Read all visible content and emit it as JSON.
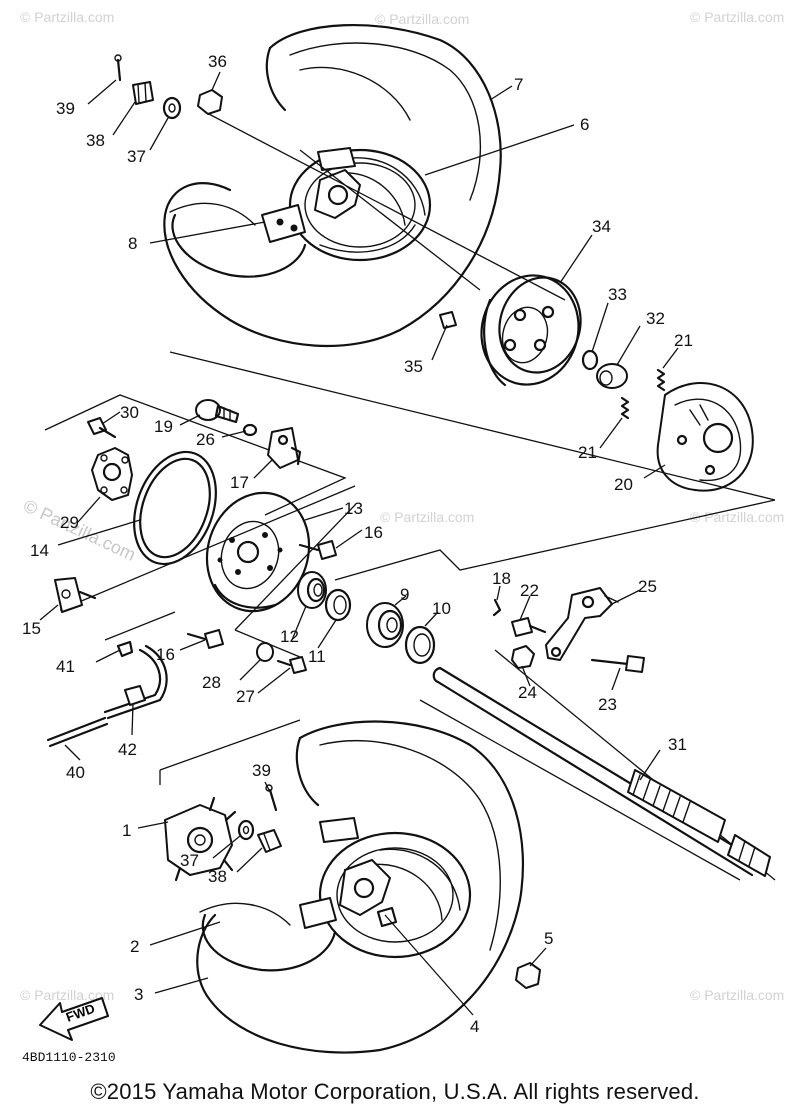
{
  "diagram": {
    "watermark": "© Partzilla.com",
    "drawing_code": "4BD1110-2310",
    "fwd_label": "FWD",
    "copyright": "©2015 Yamaha Motor Corporation, U.S.A. All rights reserved.",
    "callouts": [
      {
        "id": "1",
        "text": "1"
      },
      {
        "id": "2",
        "text": "2"
      },
      {
        "id": "3",
        "text": "3"
      },
      {
        "id": "4",
        "text": "4"
      },
      {
        "id": "5",
        "text": "5"
      },
      {
        "id": "6",
        "text": "6"
      },
      {
        "id": "7",
        "text": "7"
      },
      {
        "id": "8",
        "text": "8"
      },
      {
        "id": "9",
        "text": "9"
      },
      {
        "id": "10",
        "text": "10"
      },
      {
        "id": "11",
        "text": "11"
      },
      {
        "id": "12",
        "text": "12"
      },
      {
        "id": "13",
        "text": "13"
      },
      {
        "id": "14",
        "text": "14"
      },
      {
        "id": "15",
        "text": "15"
      },
      {
        "id": "16a",
        "text": "16"
      },
      {
        "id": "16b",
        "text": "16"
      },
      {
        "id": "17",
        "text": "17"
      },
      {
        "id": "18",
        "text": "18"
      },
      {
        "id": "19",
        "text": "19"
      },
      {
        "id": "20",
        "text": "20"
      },
      {
        "id": "21a",
        "text": "21"
      },
      {
        "id": "21b",
        "text": "21"
      },
      {
        "id": "22",
        "text": "22"
      },
      {
        "id": "23",
        "text": "23"
      },
      {
        "id": "24",
        "text": "24"
      },
      {
        "id": "25",
        "text": "25"
      },
      {
        "id": "26",
        "text": "26"
      },
      {
        "id": "27",
        "text": "27"
      },
      {
        "id": "28",
        "text": "28"
      },
      {
        "id": "29",
        "text": "29"
      },
      {
        "id": "30",
        "text": "30"
      },
      {
        "id": "31",
        "text": "31"
      },
      {
        "id": "32",
        "text": "32"
      },
      {
        "id": "33",
        "text": "33"
      },
      {
        "id": "34",
        "text": "34"
      },
      {
        "id": "35",
        "text": "35"
      },
      {
        "id": "36",
        "text": "36"
      },
      {
        "id": "37a",
        "text": "37"
      },
      {
        "id": "37b",
        "text": "37"
      },
      {
        "id": "38a",
        "text": "38"
      },
      {
        "id": "38b",
        "text": "38"
      },
      {
        "id": "39a",
        "text": "39"
      },
      {
        "id": "39b",
        "text": "39"
      },
      {
        "id": "40",
        "text": "40"
      },
      {
        "id": "41",
        "text": "41"
      },
      {
        "id": "42",
        "text": "42"
      }
    ]
  }
}
